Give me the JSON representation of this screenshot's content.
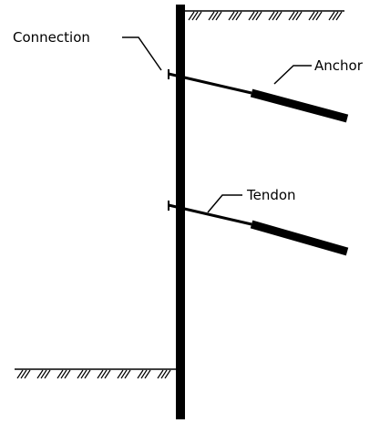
{
  "labels": {
    "connection": "Connection",
    "anchor": "Anchor",
    "tendon": "Tendon"
  },
  "colors": {
    "ink": "#000000",
    "background": "#ffffff"
  }
}
